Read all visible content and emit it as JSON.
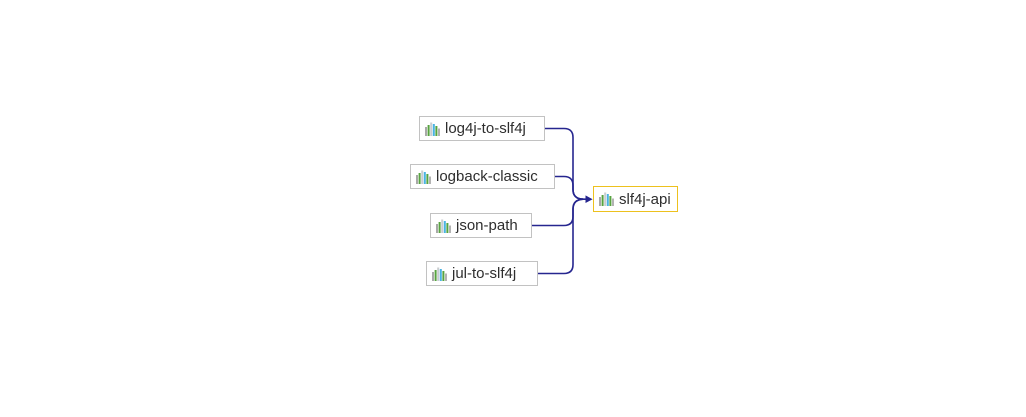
{
  "app": {
    "background_color": "#ffffff"
  },
  "diagram": {
    "type": "dependency-graph",
    "edge_color": "#26268f",
    "node_border_color": "#c2c2c2",
    "highlight_border_color": "#edc11e",
    "node_background_color": "#ffffff",
    "label_color": "#2e2e2e",
    "icon": {
      "name": "bar-chart-icon",
      "bar_colors": [
        "#a9a9a9",
        "#57a33f",
        "#c9cdd0",
        "#49b3e2",
        "#57a33f",
        "#b3b3b3"
      ]
    },
    "nodes": [
      {
        "label": "log4j-to-slf4j",
        "icon": "bar-chart-icon",
        "highlighted": false
      },
      {
        "label": "logback-classic",
        "icon": "bar-chart-icon",
        "highlighted": false
      },
      {
        "label": "json-path",
        "icon": "bar-chart-icon",
        "highlighted": false
      },
      {
        "label": "jul-to-slf4j",
        "icon": "bar-chart-icon",
        "highlighted": false
      },
      {
        "label": "slf4j-api",
        "icon": "bar-chart-icon",
        "highlighted": true
      }
    ],
    "edges": [
      {
        "from": "log4j-to-slf4j",
        "to": "slf4j-api"
      },
      {
        "from": "logback-classic",
        "to": "slf4j-api"
      },
      {
        "from": "json-path",
        "to": "slf4j-api"
      },
      {
        "from": "jul-to-slf4j",
        "to": "slf4j-api"
      }
    ]
  }
}
